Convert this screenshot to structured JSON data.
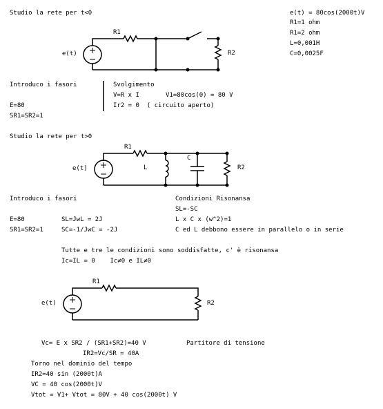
{
  "section1": {
    "title": "Studio la rete per t<0",
    "params": [
      "e(t) = 80cos(2000t)V",
      "R1=1 ohm",
      "R1=2 ohm",
      "L=0,001H",
      "C=0,0025F"
    ],
    "circuit": {
      "r1_label": "R1",
      "r2_label": "R2",
      "source_label": "e(t)"
    },
    "phasor_intro": "Introduco i fasori",
    "svolgimento": "Svolgimento",
    "v_eq": "V=R x I",
    "v1_eq": "V1=80cos(0) = 80 V",
    "ir2_eq": "Ir2 = 0  ( circuito aperto)",
    "e_val": "E=80",
    "sr_val": "SR1=SR2=1"
  },
  "section2": {
    "title": "Studio la rete per t>0",
    "circuit": {
      "r1_label": "R1",
      "l_label": "L",
      "c_label": "C",
      "r2_label": "R2",
      "source_label": "e(t)"
    },
    "phasor_intro": "Introduco i fasori",
    "risonanza_title": "Condizioni Risonansa",
    "sl_sc": "SL=-SC",
    "lc_eq": "L x C x (w^2)=1",
    "cl_parallel": "C ed L debbono essere in parallelo o in serie",
    "e_val": "E=80",
    "sr_val": "SR1=SR2=1",
    "sl_val": "SL=JwL = 2J",
    "sc_val": "SC=-1/JwC = -2J",
    "all_conditions": "Tutte e tre le condizioni sono soddisfatte, c' è risonansa",
    "ic_il": "Ic=IL = 0    Ic≠0 e IL≠0"
  },
  "section3": {
    "circuit": {
      "r1_label": "R1",
      "r2_label": "R2",
      "source_label": "e(t)"
    },
    "vc_eq": "Vc= E x SR2 / (SR1+SR2)=40 V",
    "partitore": "Partitore di tensione",
    "ir2_eq": "IR2=Vc/SR = 40A",
    "torno": "Torno nel dominio del tempo",
    "ir2_time": "IR2=40 sin (2000t)A",
    "vc_time": "VC = 40 cos(2000t)V",
    "vtot": "Vtot = V1+ Vtot = 80V + 40 cos(2000t) V"
  }
}
